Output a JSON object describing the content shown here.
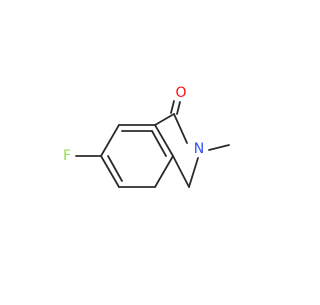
{
  "molecule": {
    "atom_labels": {
      "oxygen": "O",
      "nitrogen": "N",
      "fluorine": "F"
    },
    "colors": {
      "bond": "#2b2b2b",
      "oxygen": "#ff0d0d",
      "nitrogen": "#3050f8",
      "fluorine": "#90e050",
      "background": "#ffffff"
    }
  }
}
